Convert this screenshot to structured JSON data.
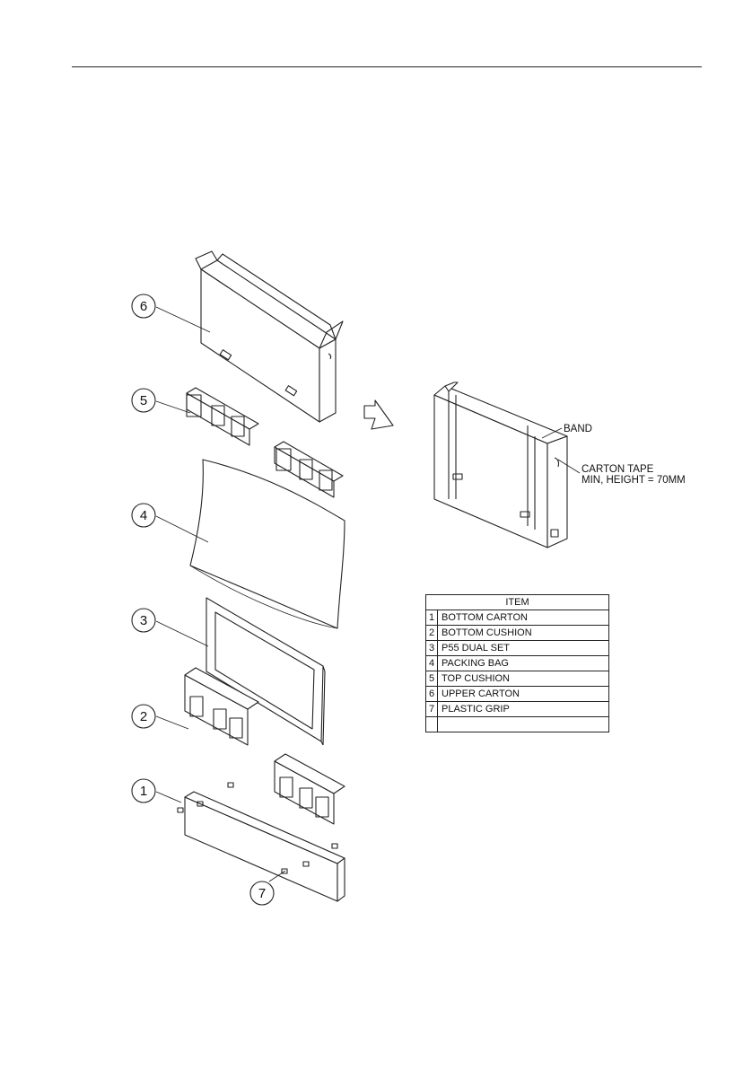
{
  "callouts": [
    {
      "num": "6"
    },
    {
      "num": "5"
    },
    {
      "num": "4"
    },
    {
      "num": "3"
    },
    {
      "num": "2"
    },
    {
      "num": "1"
    },
    {
      "num": "7"
    }
  ],
  "notes": {
    "band": "BAND",
    "carton_tape_line1": "CARTON TAPE",
    "carton_tape_line2": "MIN, HEIGHT = 70MM"
  },
  "item_table": {
    "header": "ITEM",
    "rows": [
      {
        "num": "1",
        "name": "BOTTOM CARTON"
      },
      {
        "num": "2",
        "name": "BOTTOM CUSHION"
      },
      {
        "num": "3",
        "name": "P55 DUAL SET"
      },
      {
        "num": "4",
        "name": "PACKING BAG"
      },
      {
        "num": "5",
        "name": "TOP CUSHION"
      },
      {
        "num": "6",
        "name": "UPPER CARTON"
      },
      {
        "num": "7",
        "name": "PLASTIC GRIP"
      },
      {
        "num": "",
        "name": ""
      }
    ]
  }
}
